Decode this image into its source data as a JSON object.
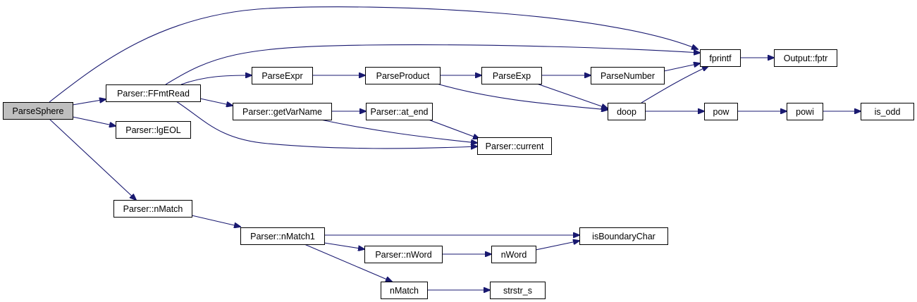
{
  "nodes": {
    "parse_sphere": "ParseSphere",
    "ffmt_read": "Parser::FFmtRead",
    "lg_eol": "Parser::lgEOL",
    "n_match_parser": "Parser::nMatch",
    "parse_expr": "ParseExpr",
    "get_var_name": "Parser::getVarName",
    "parse_product": "ParseProduct",
    "at_end": "Parser::at_end",
    "current": "Parser::current",
    "parse_exp": "ParseExp",
    "parse_number": "ParseNumber",
    "doop": "doop",
    "fprintf": "fprintf",
    "output_fptr": "Output::fptr",
    "pow": "pow",
    "powi": "powi",
    "is_odd": "is_odd",
    "n_match1": "Parser::nMatch1",
    "n_word_parser": "Parser::nWord",
    "n_word": "nWord",
    "is_boundary_char": "isBoundaryChar",
    "n_match": "nMatch",
    "strstr_s": "strstr_s"
  },
  "edges": [
    [
      "parse_sphere",
      "fprintf"
    ],
    [
      "parse_sphere",
      "ffmt_read"
    ],
    [
      "parse_sphere",
      "lg_eol"
    ],
    [
      "parse_sphere",
      "n_match_parser"
    ],
    [
      "ffmt_read",
      "fprintf"
    ],
    [
      "ffmt_read",
      "parse_expr"
    ],
    [
      "ffmt_read",
      "get_var_name"
    ],
    [
      "ffmt_read",
      "current"
    ],
    [
      "parse_expr",
      "parse_product"
    ],
    [
      "parse_product",
      "parse_exp"
    ],
    [
      "parse_product",
      "doop"
    ],
    [
      "parse_exp",
      "parse_number"
    ],
    [
      "parse_exp",
      "doop"
    ],
    [
      "parse_number",
      "fprintf"
    ],
    [
      "doop",
      "fprintf"
    ],
    [
      "doop",
      "pow"
    ],
    [
      "fprintf",
      "output_fptr"
    ],
    [
      "pow",
      "powi"
    ],
    [
      "powi",
      "is_odd"
    ],
    [
      "get_var_name",
      "at_end"
    ],
    [
      "get_var_name",
      "current"
    ],
    [
      "at_end",
      "current"
    ],
    [
      "n_match_parser",
      "n_match1"
    ],
    [
      "n_match1",
      "is_boundary_char"
    ],
    [
      "n_match1",
      "n_word_parser"
    ],
    [
      "n_match1",
      "n_match"
    ],
    [
      "n_word_parser",
      "n_word"
    ],
    [
      "n_word",
      "is_boundary_char"
    ],
    [
      "n_match",
      "strstr_s"
    ]
  ],
  "colors": {
    "edge": "#191970",
    "root_fill": "#bfbfbf",
    "node_fill": "#ffffff",
    "node_border": "#000000"
  }
}
